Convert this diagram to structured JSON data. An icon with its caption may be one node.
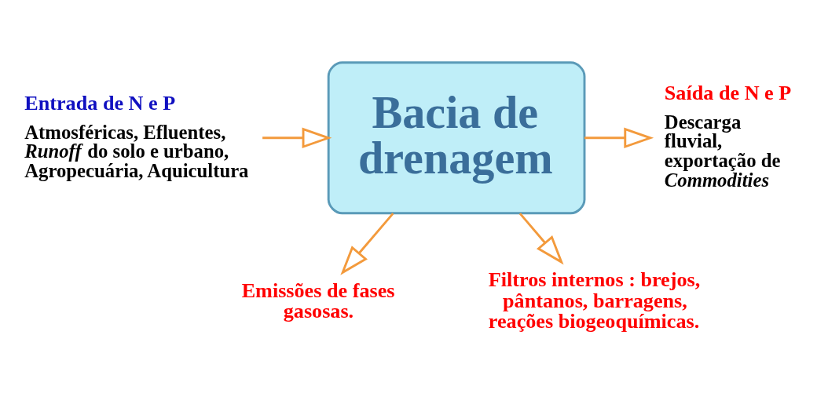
{
  "diagram": {
    "nodes": [
      {
        "text": [
          "Emissões de fases gasosas."
        ]
      },
      {
        "text": [
          "Entrada de N e P",
          "Atmosféricas, Efluentes, *Runoff* do solo e urbano, Agropecuária, Aquicultura"
        ]
      },
      {
        "text": [
          "Bacia de drenagem"
        ]
      },
      {
        "text": [
          "Saída de N e P",
          "Descarga fluvial, exportação de *Commodities*"
        ]
      },
      {
        "text": [
          "Filtros internos : brejos, pântanos, barragens, reações biogeoquímicas."
        ]
      }
    ],
    "edges": [
      {
        "from": 1,
        "to": 2,
        "arrow": "to"
      },
      {
        "from": 2,
        "to": 0,
        "arrow": "to"
      },
      {
        "from": 2,
        "to": 3,
        "arrow": "to"
      },
      {
        "from": 2,
        "to": 4,
        "arrow": "to"
      }
    ]
  }
}
